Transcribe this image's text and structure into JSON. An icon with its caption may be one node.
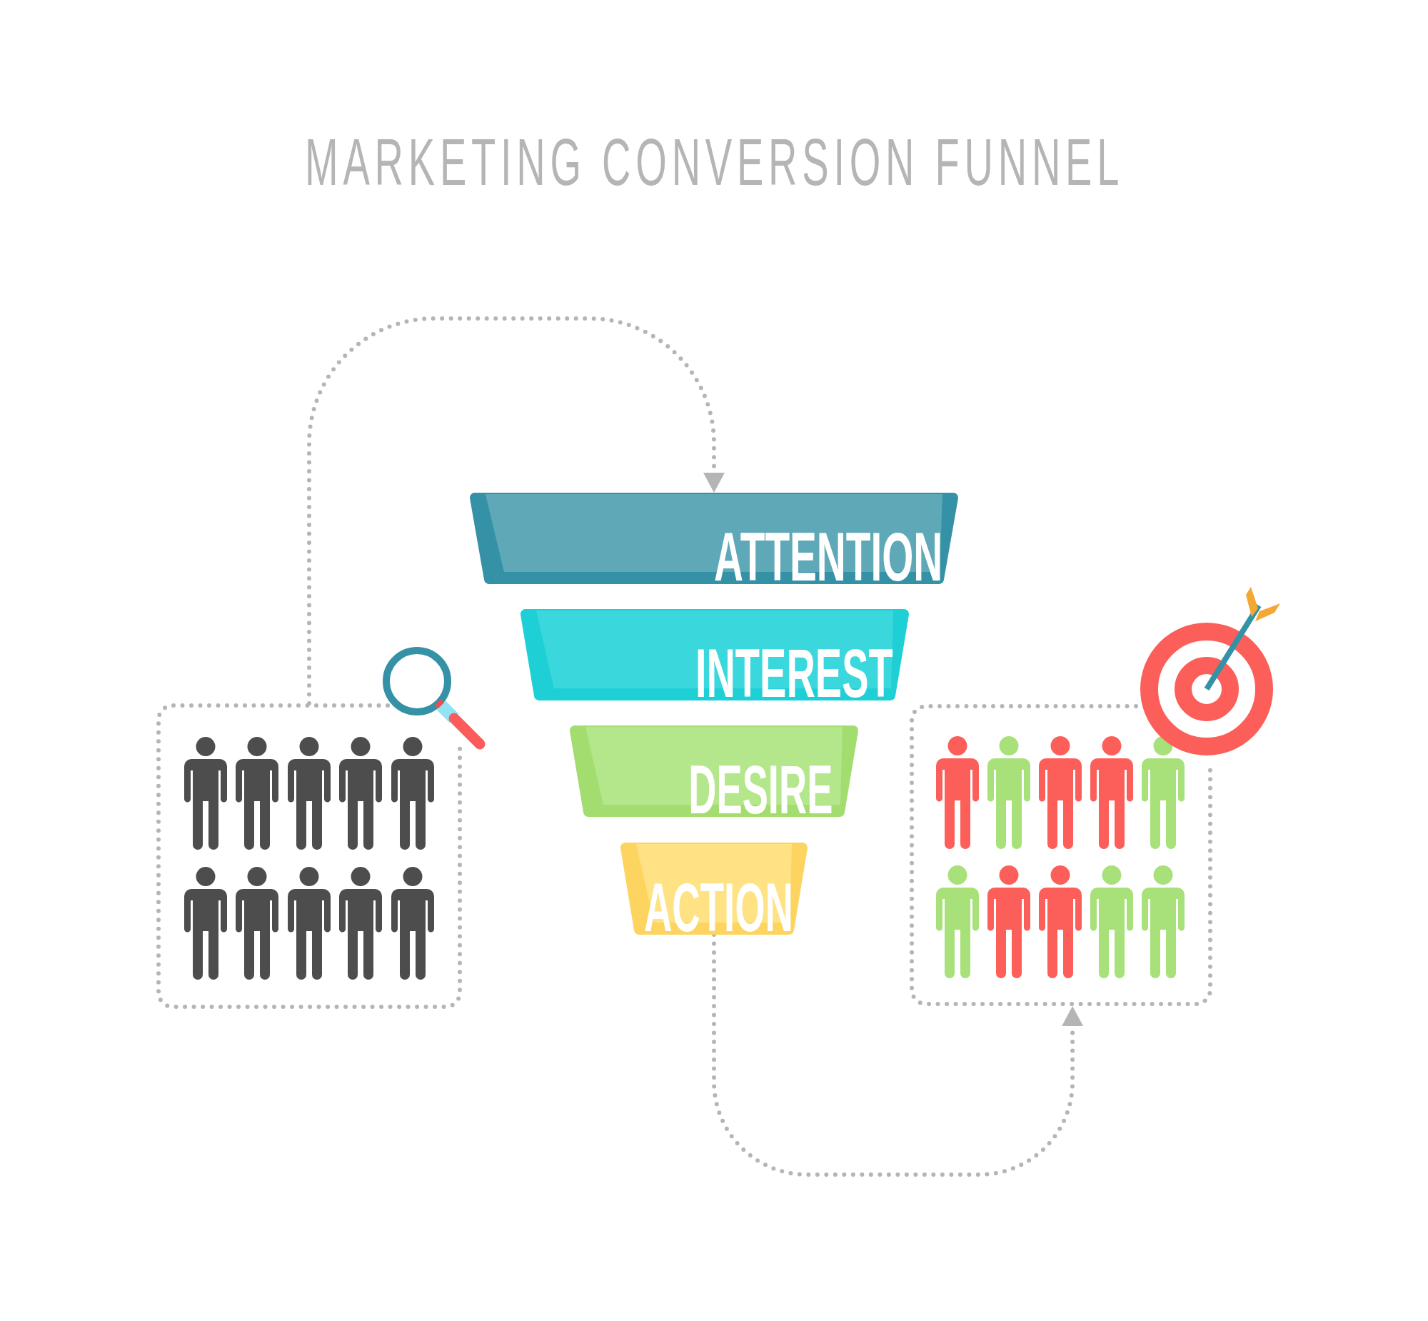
{
  "diagram": {
    "title": "MARKETING CONVERSION FUNNEL",
    "nodes": [
      {
        "text": [],
        "shape": "box"
      },
      {
        "text": [
          "ATTENTION"
        ]
      },
      {
        "text": [
          "INTEREST"
        ]
      },
      {
        "text": [
          "DESIRE"
        ]
      },
      {
        "text": [
          "ACTION"
        ]
      },
      {
        "text": [],
        "shape": "box"
      }
    ],
    "edges": [
      {
        "from": 0,
        "to": 1,
        "arrow": "to",
        "style": "dashed"
      },
      {
        "from": 4,
        "to": 5,
        "arrow": "to",
        "style": "dashed"
      }
    ]
  }
}
